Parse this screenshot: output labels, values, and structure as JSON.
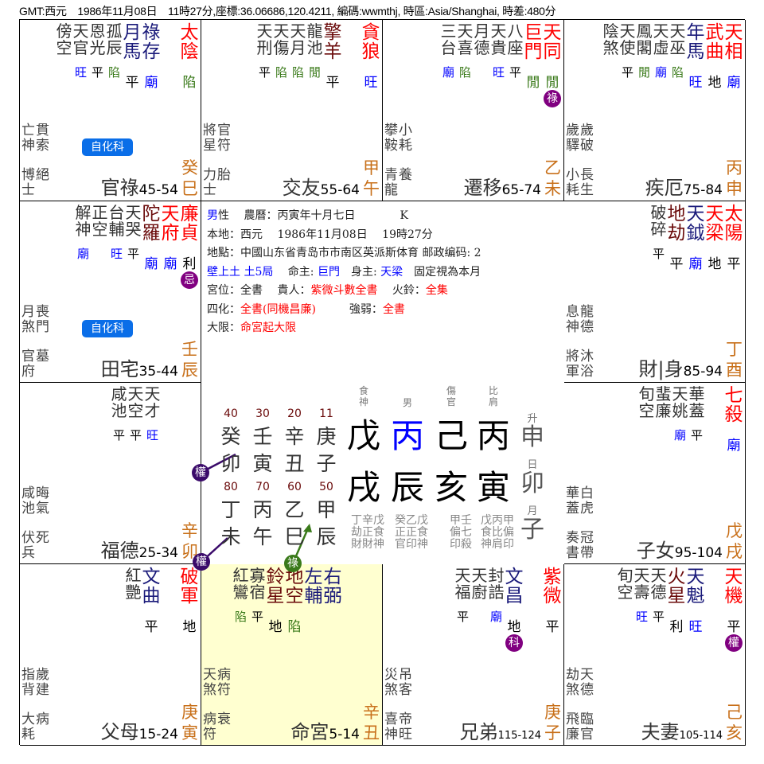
{
  "header": "GMT:西元　1986年11月08日　11時27分,座標:36.06686,120.4211, 編碼:wwmthj, 時區:Asia/Shanghai, 時差:480分",
  "colors": {
    "major": "#ff0000",
    "secondary_navy": "#1a1a7a",
    "secondary_darkred": "#6a0a0a",
    "minor": "#333333",
    "stem_branch": "#c8701a",
    "hua_badge": "#800080",
    "self_hua_badge": "#0a6ee8",
    "ming_palace_bg": "#ffffd0",
    "brightness": {
      "廟": "#0000ff",
      "旺": "#0000ff",
      "陷": "#3a7a1a",
      "閒": "#3a7a1a",
      "平": "#000000",
      "地": "#000000",
      "利": "#000000"
    }
  },
  "palaces": [
    {
      "name": "官祿",
      "ages": "45-54",
      "stem_branch": "癸巳",
      "self_hua": "自化科",
      "minors": [
        {
          "n": "傍空",
          "b": ""
        },
        {
          "n": "天官",
          "b": "旺"
        },
        {
          "n": "恩光",
          "b": "平"
        },
        {
          "n": "孤辰",
          "b": "陷"
        }
      ],
      "secondaries": [
        {
          "n": "月馬",
          "b": "平",
          "c": "#1a1a7a"
        },
        {
          "n": "祿存",
          "b": "廟",
          "c": "#1a1a7a"
        }
      ],
      "majors": [
        {
          "n": "太陰",
          "b": "陷"
        }
      ],
      "gods_top": [
        "亡神",
        "貫索"
      ],
      "gods_bottom": [
        "博士",
        "絕"
      ]
    },
    {
      "name": "交友",
      "ages": "55-64",
      "stem_branch": "甲午",
      "minors": [
        {
          "n": "天刑",
          "b": "平"
        },
        {
          "n": "天傷",
          "b": "陷"
        },
        {
          "n": "天月",
          "b": "陷"
        },
        {
          "n": "龍池",
          "b": "閒"
        }
      ],
      "secondaries": [
        {
          "n": "擎羊",
          "b": "平",
          "c": "#6a0a0a"
        }
      ],
      "majors": [
        {
          "n": "貪狼",
          "b": "旺"
        }
      ],
      "gods_top": [
        "將星",
        "官符"
      ],
      "gods_bottom": [
        "力士",
        "胎"
      ]
    },
    {
      "name": "遷移",
      "ages": "65-74",
      "stem_branch": "乙未",
      "minors": [
        {
          "n": "三台",
          "b": "廟"
        },
        {
          "n": "天喜",
          "b": "陷"
        },
        {
          "n": "月德",
          "b": ""
        },
        {
          "n": "天貴",
          "b": "旺"
        },
        {
          "n": "八座",
          "b": "平"
        }
      ],
      "secondaries": [],
      "majors": [
        {
          "n": "巨門",
          "b": "閒"
        },
        {
          "n": "天同",
          "b": "閒",
          "h": "祿"
        }
      ],
      "gods_top": [
        "攀鞍",
        "小耗"
      ],
      "gods_bottom": [
        "青龍",
        "養"
      ]
    },
    {
      "name": "疾厄",
      "ages": "75-84",
      "stem_branch": "丙申",
      "minors": [
        {
          "n": "陰煞",
          "b": ""
        },
        {
          "n": "天使",
          "b": "平"
        },
        {
          "n": "鳳閣",
          "b": "閒"
        },
        {
          "n": "天虛",
          "b": "廟"
        },
        {
          "n": "天巫",
          "b": "陷"
        }
      ],
      "secondaries": [
        {
          "n": "年馬",
          "b": "旺",
          "c": "#1a1a7a"
        }
      ],
      "majors": [
        {
          "n": "武曲",
          "b": "地"
        },
        {
          "n": "天相",
          "b": "廟"
        }
      ],
      "gods_top": [
        "歲驛",
        "歲破"
      ],
      "gods_bottom": [
        "小耗",
        "長生"
      ]
    },
    {
      "name": "田宅",
      "ages": "35-44",
      "stem_branch": "壬辰",
      "self_hua": "自化科",
      "minors": [
        {
          "n": "解神",
          "b": "廟"
        },
        {
          "n": "正空",
          "b": ""
        },
        {
          "n": "台輔",
          "b": "旺"
        },
        {
          "n": "天哭",
          "b": "平"
        }
      ],
      "secondaries": [
        {
          "n": "陀羅",
          "b": "廟",
          "c": "#6a0a0a"
        }
      ],
      "majors": [
        {
          "n": "天府",
          "b": "廟"
        },
        {
          "n": "廉貞",
          "b": "利",
          "h": "忌"
        }
      ],
      "gods_top": [
        "月煞",
        "喪門"
      ],
      "gods_bottom": [
        "官府",
        "墓"
      ]
    },
    {
      "name": "財|身",
      "ages": "85-94",
      "stem_branch": "丁酉",
      "minors": [
        {
          "n": "破碎",
          "b": "平"
        }
      ],
      "secondaries": [
        {
          "n": "地劫",
          "b": "平",
          "c": "#6a0a0a"
        },
        {
          "n": "天鉞",
          "b": "廟",
          "c": "#1a1a7a"
        }
      ],
      "majors": [
        {
          "n": "天梁",
          "b": "地"
        },
        {
          "n": "太陽",
          "b": "平"
        }
      ],
      "gods_top": [
        "息神",
        "龍德"
      ],
      "gods_bottom": [
        "將軍",
        "沐浴"
      ]
    },
    {
      "name": "福德",
      "ages": "25-34",
      "stem_branch": "辛卯",
      "minors": [
        {
          "n": "咸池",
          "b": "平"
        },
        {
          "n": "天空",
          "b": "平"
        },
        {
          "n": "天才",
          "b": "旺"
        }
      ],
      "secondaries": [],
      "majors": [],
      "gods_top": [
        "咸池",
        "晦氣"
      ],
      "gods_bottom": [
        "伏兵",
        "死"
      ]
    },
    {
      "name": "子女",
      "ages": "95-104",
      "stem_branch": "戊戌",
      "minors": [
        {
          "n": "旬空",
          "b": ""
        },
        {
          "n": "蜚廉",
          "b": ""
        },
        {
          "n": "天姚",
          "b": "廟"
        },
        {
          "n": "華蓋",
          "b": "平"
        }
      ],
      "secondaries": [],
      "majors": [
        {
          "n": "七殺",
          "b": "廟"
        }
      ],
      "gods_top": [
        "華蓋",
        "白虎"
      ],
      "gods_bottom": [
        "奏書",
        "冠帶"
      ]
    },
    {
      "name": "父母",
      "ages": "15-24",
      "stem_branch": "庚寅",
      "minors": [
        {
          "n": "紅艷",
          "b": ""
        }
      ],
      "secondaries": [
        {
          "n": "文曲",
          "b": "平",
          "c": "#1a1a7a"
        }
      ],
      "majors": [
        {
          "n": "破軍",
          "b": "地"
        }
      ],
      "gods_top": [
        "指背",
        "歲建"
      ],
      "gods_bottom": [
        "大耗",
        "病"
      ]
    },
    {
      "name": "命宮",
      "ages": "5-14",
      "stem_branch": "辛丑",
      "highlight": true,
      "minors": [
        {
          "n": "紅鸞",
          "b": "陷"
        },
        {
          "n": "寡宿",
          "b": "平"
        }
      ],
      "secondaries": [
        {
          "n": "鈴星",
          "b": "地",
          "c": "#6a0a0a"
        },
        {
          "n": "地空",
          "b": "陷",
          "c": "#6a0a0a"
        },
        {
          "n": "左輔",
          "b": "",
          "c": "#1a1a7a"
        },
        {
          "n": "右弼",
          "b": "",
          "c": "#1a1a7a"
        }
      ],
      "majors": [],
      "gods_top": [
        "天煞",
        "病符"
      ],
      "gods_bottom": [
        "病符",
        "衰"
      ]
    },
    {
      "name": "兄弟",
      "ages": "115-124",
      "stem_branch": "庚子",
      "minors": [
        {
          "n": "天福",
          "b": "平"
        },
        {
          "n": "天廚",
          "b": ""
        },
        {
          "n": "封誥",
          "b": "廟"
        }
      ],
      "secondaries": [
        {
          "n": "文昌",
          "b": "地",
          "c": "#1a1a7a",
          "h": "科"
        }
      ],
      "majors": [
        {
          "n": "紫微",
          "b": "平"
        }
      ],
      "gods_top": [
        "災煞",
        "吊客"
      ],
      "gods_bottom": [
        "喜神",
        "帝旺"
      ]
    },
    {
      "name": "夫妻",
      "ages": "105-114",
      "stem_branch": "己亥",
      "minors": [
        {
          "n": "旬空",
          "b": ""
        },
        {
          "n": "天壽",
          "b": "旺"
        },
        {
          "n": "天德",
          "b": "平"
        }
      ],
      "secondaries": [
        {
          "n": "火星",
          "b": "利",
          "c": "#6a0a0a"
        },
        {
          "n": "天魁",
          "b": "旺",
          "c": "#1a1a7a"
        }
      ],
      "majors": [
        {
          "n": "天機",
          "b": "平",
          "h": "權"
        }
      ],
      "gods_top": [
        "劫煞",
        "天德"
      ],
      "gods_bottom": [
        "飛廉",
        "臨官"
      ]
    }
  ],
  "info": [
    [
      {
        "t": "男",
        "c": "#0000ff"
      },
      {
        "t": "性　 農曆：丙寅年十月七日　　　　K",
        "c": "#222222"
      }
    ],
    [
      {
        "t": "本地：西元　 1986年11月08日　 19時27分",
        "c": "#222222"
      }
    ],
    [
      {
        "t": "地點：中國山东省青岛市市南区英派斯体育 邮政编码: 2",
        "c": "#222222"
      }
    ],
    [
      {
        "t": "壁上土 土5局",
        "c": "#0000ff"
      },
      {
        "t": "　 命主: ",
        "c": "#222222"
      },
      {
        "t": "巨門",
        "c": "#0000ff"
      },
      {
        "t": "　身主: ",
        "c": "#222222"
      },
      {
        "t": "天梁",
        "c": "#0000ff"
      },
      {
        "t": "　固定視為本月",
        "c": "#222222"
      }
    ],
    [
      {
        "t": "宮位：全書　 貴人：",
        "c": "#222222"
      },
      {
        "t": "紫微斗數全書",
        "c": "#ff0000"
      },
      {
        "t": "　 火鈴：",
        "c": "#222222"
      },
      {
        "t": "全集",
        "c": "#ff0000"
      }
    ],
    [
      {
        "t": "四化：",
        "c": "#222222"
      },
      {
        "t": "全書(同機昌廉)",
        "c": "#ff0000"
      },
      {
        "t": "　　　強弱：",
        "c": "#222222"
      },
      {
        "t": "全書",
        "c": "#ff0000"
      }
    ],
    [
      {
        "t": "大限：",
        "c": "#222222"
      },
      {
        "t": "命宮起大限",
        "c": "#ff0000"
      }
    ]
  ],
  "bazi": {
    "luck": [
      {
        "age": "40",
        "stem": "癸",
        "branch": "卯"
      },
      {
        "age": "30",
        "stem": "壬",
        "branch": "寅"
      },
      {
        "age": "20",
        "stem": "辛",
        "branch": "丑"
      },
      {
        "age": "11",
        "stem": "庚",
        "branch": "子"
      },
      {
        "age": "80",
        "stem": "丁",
        "branch": "未"
      },
      {
        "age": "70",
        "stem": "丙",
        "branch": "午"
      },
      {
        "age": "60",
        "stem": "乙",
        "branch": "巳"
      },
      {
        "age": "50",
        "stem": "甲",
        "branch": "辰"
      }
    ],
    "pillars": [
      {
        "label": "食神",
        "stem": "戊",
        "branch": "戌",
        "hidden": [
          "丁辛戊",
          "劫正食",
          "財財神"
        ]
      },
      {
        "label": "男",
        "stem": "丙",
        "branch": "辰",
        "hidden": [
          "癸乙戊",
          "正正食",
          "官印神"
        ],
        "day_master_color": "#0000ff"
      },
      {
        "label": "傷官",
        "stem": "己",
        "branch": "亥",
        "hidden": [
          "甲壬",
          "偏七",
          "印殺"
        ]
      },
      {
        "label": "比肩",
        "stem": "丙",
        "branch": "寅",
        "hidden": [
          "戊丙甲",
          "食比偏",
          "神肩印"
        ]
      }
    ],
    "side": [
      {
        "label": "升",
        "value": "申"
      },
      {
        "label": "日",
        "value": "卯"
      },
      {
        "label": "月",
        "value": "子"
      }
    ],
    "markers": [
      {
        "t": "權",
        "c": "#3a0a6a"
      },
      {
        "t": "權",
        "c": "#3a0a6a"
      },
      {
        "t": "祿",
        "c": "#3a7a1a"
      }
    ]
  }
}
